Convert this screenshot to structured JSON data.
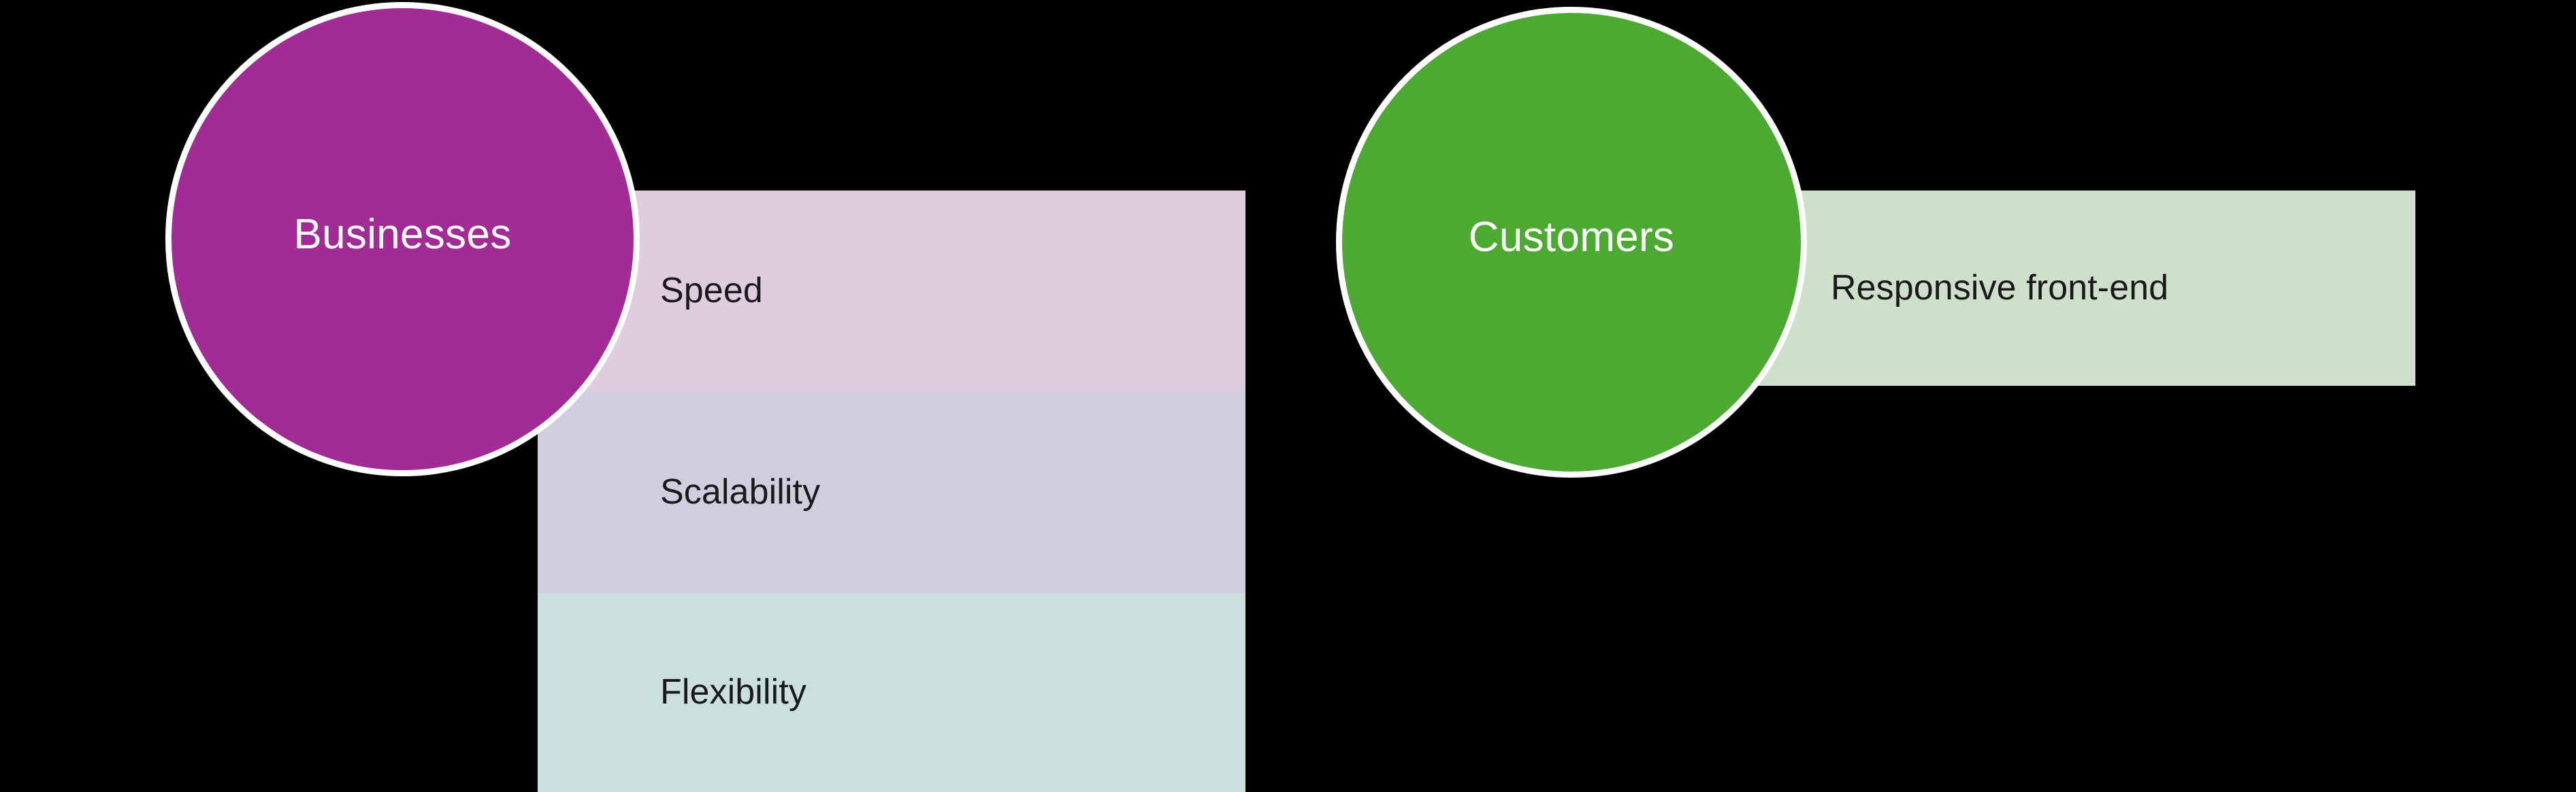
{
  "diagram": {
    "background_color": "#000000",
    "groups": [
      {
        "id": "businesses",
        "circle": {
          "label": "Businesses",
          "fill_color": "#A32B96",
          "ring_color": "#FFFFFF",
          "text_color": "#FFFFFF"
        },
        "bars": [
          {
            "label": "Speed",
            "fill_color": "#DFCCDF",
            "text_color": "#1A1A1A"
          },
          {
            "label": "Scalability",
            "fill_color": "#CFCEDF",
            "text_color": "#1A1A1A"
          },
          {
            "label": "Flexibility",
            "fill_color": "#CBE0DE",
            "text_color": "#1A1A1A"
          }
        ]
      },
      {
        "id": "customers",
        "circle": {
          "label": "Customers",
          "fill_color": "#4CAA32",
          "ring_color": "#FFFFFF",
          "text_color": "#FFFFFF"
        },
        "bars": [
          {
            "label": "Responsive front-end",
            "fill_color": "#CEDFCB",
            "text_color": "#1A1A1A"
          }
        ]
      }
    ]
  }
}
